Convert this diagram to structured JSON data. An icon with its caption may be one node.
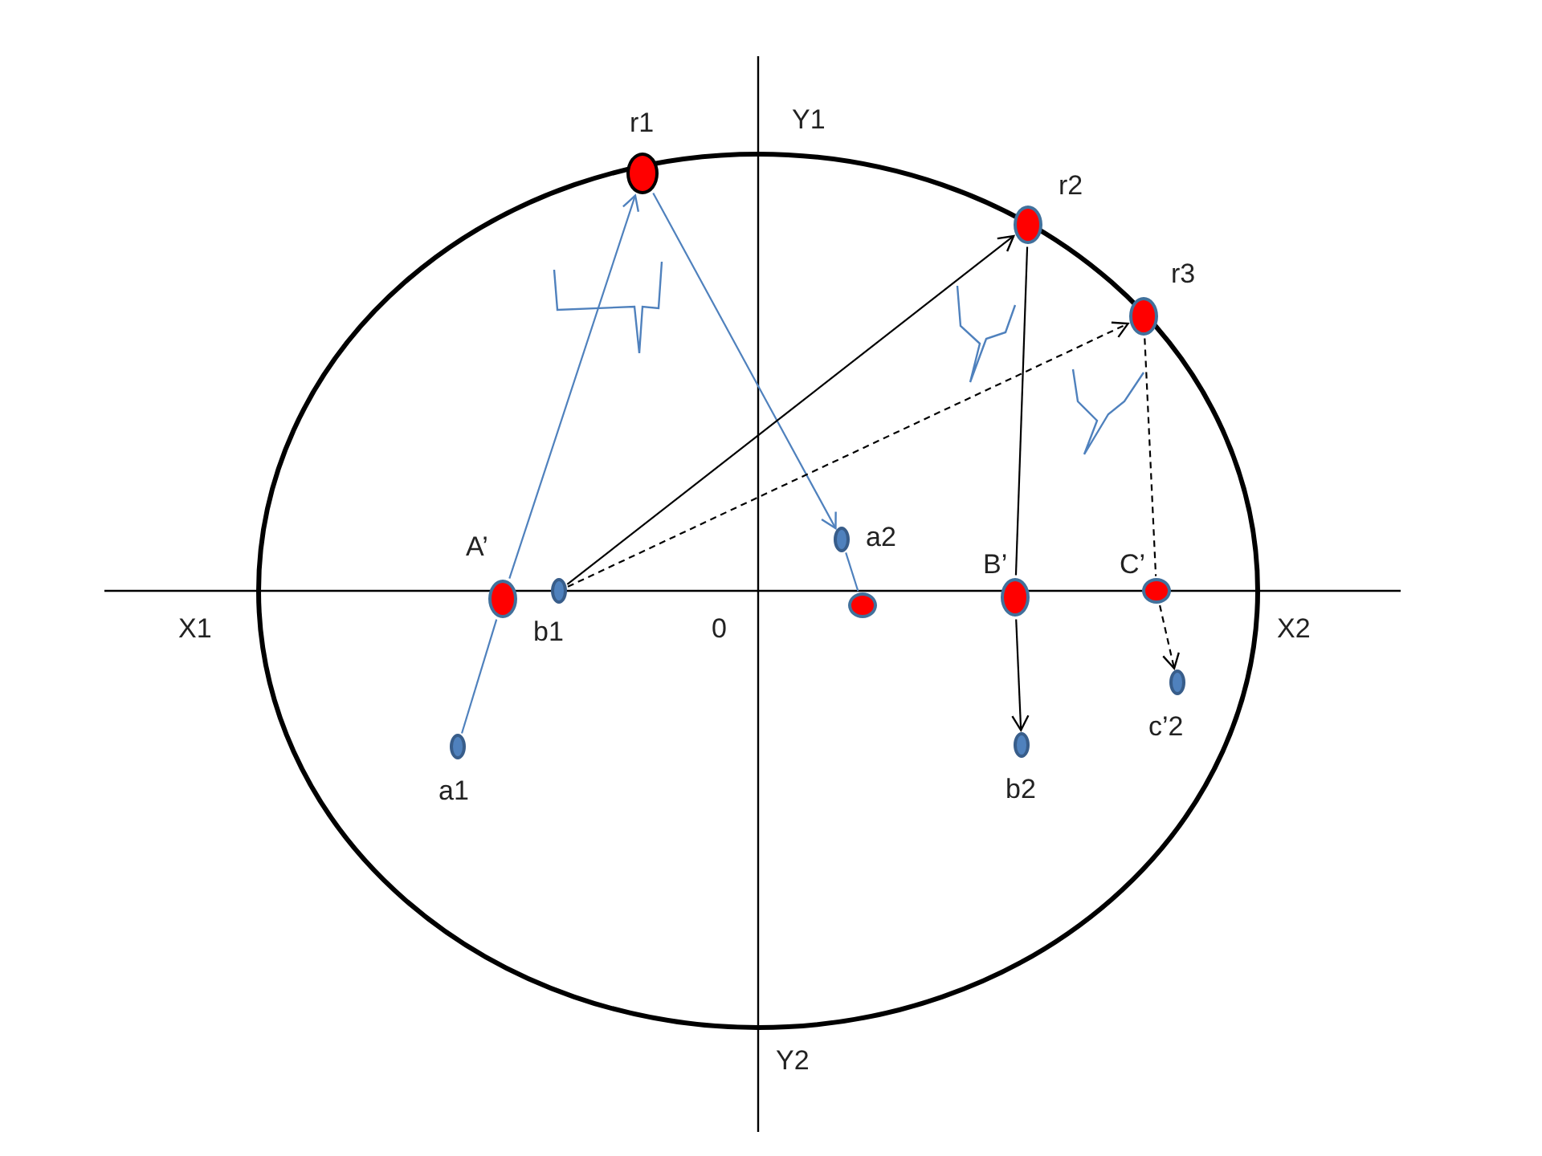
{
  "diagram": {
    "nodes": [
      {
        "text": [],
        "shape": "circle",
        "beside": [
          "r1"
        ]
      },
      {
        "text": [],
        "shape": "circle",
        "beside": [
          "r2"
        ]
      },
      {
        "text": [],
        "shape": "circle",
        "beside": [
          "r3"
        ]
      },
      {
        "text": [],
        "shape": "circle",
        "beside": [
          "A’"
        ]
      },
      {
        "text": [],
        "shape": "circle",
        "beside": [
          "a2"
        ]
      },
      {
        "text": [],
        "shape": "circle",
        "beside": [
          "b1"
        ]
      },
      {
        "text": [],
        "shape": "circle",
        "beside": [
          "B’"
        ]
      },
      {
        "text": [],
        "shape": "circle",
        "beside": [
          "C’"
        ]
      },
      {
        "text": [],
        "shape": "circle"
      },
      {
        "text": [],
        "shape": "circle",
        "beside": [
          "c’2"
        ]
      },
      {
        "text": [],
        "shape": "circle",
        "beside": [
          "a1"
        ]
      },
      {
        "text": [],
        "shape": "circle",
        "beside": [
          "b2"
        ]
      }
    ],
    "edges": [
      {
        "from": 10,
        "to": 3,
        "arrow": "none",
        "color": "#4f81bd"
      },
      {
        "from": 3,
        "to": 0,
        "arrow": "to",
        "color": "#4f81bd"
      },
      {
        "from": 0,
        "to": 4,
        "arrow": "to",
        "color": "#4f81bd"
      },
      {
        "from": 4,
        "to": 8,
        "arrow": "none",
        "color": "#4f81bd"
      },
      {
        "from": 5,
        "to": 1,
        "arrow": "to"
      },
      {
        "from": 5,
        "to": 2,
        "arrow": "to",
        "style": "dashed"
      },
      {
        "from": 1,
        "to": 6,
        "arrow": "none"
      },
      {
        "from": 6,
        "to": 11,
        "arrow": "to"
      },
      {
        "from": 2,
        "to": 7,
        "arrow": "none",
        "style": "dashed"
      },
      {
        "from": 7,
        "to": 9,
        "arrow": "to",
        "style": "dashed"
      }
    ],
    "labels": [
      "Y1",
      "X1",
      "0",
      "X2",
      "Y2"
    ]
  }
}
